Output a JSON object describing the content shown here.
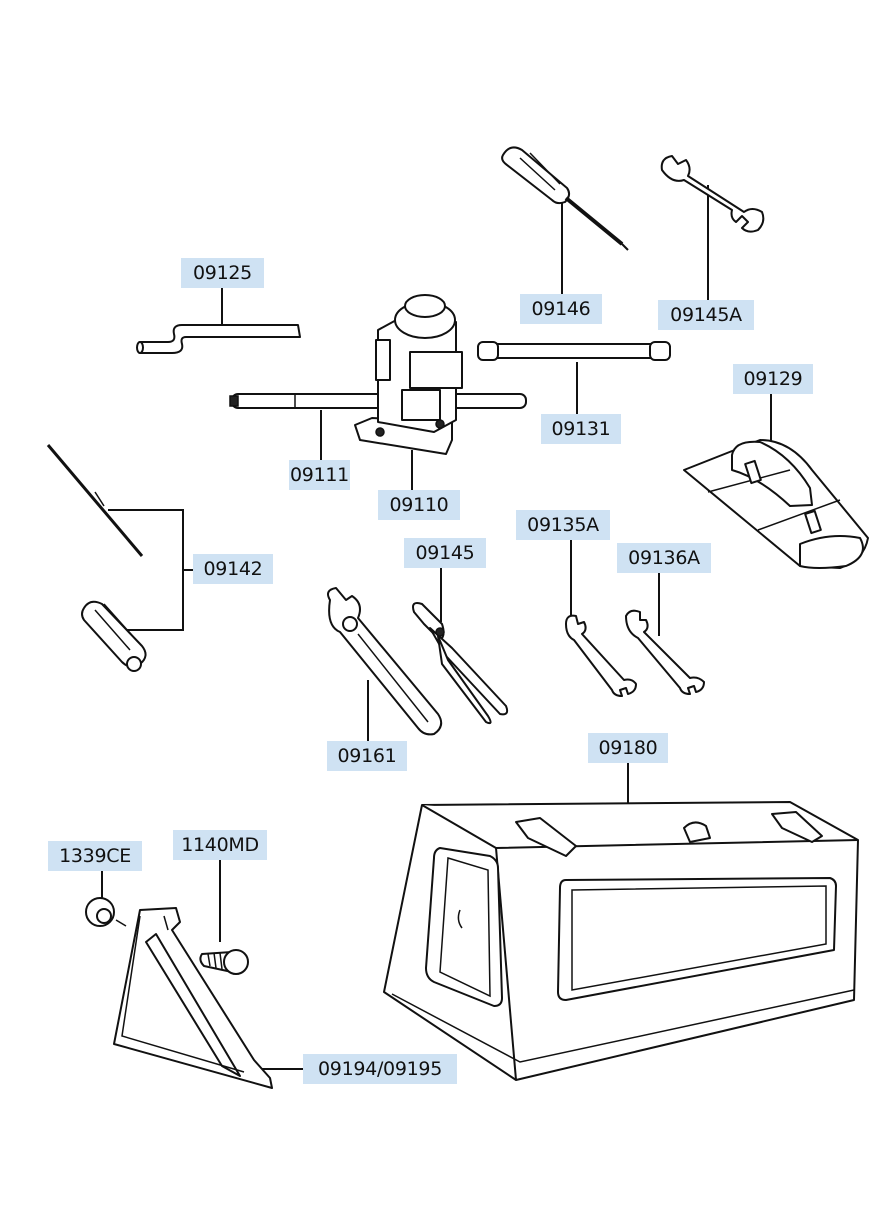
{
  "labels": {
    "l09125": "09125",
    "l09146": "09146",
    "l09145A": "09145A",
    "l09131": "09131",
    "l09129": "09129",
    "l09111": "09111",
    "l09110": "09110",
    "l09142": "09142",
    "l09135A": "09135A",
    "l09136A": "09136A",
    "l09145": "09145",
    "l09161": "09161",
    "l09180": "09180",
    "l1339CE": "1339CE",
    "l1140MD": "1140MD",
    "l09194_09195": "09194/09195"
  }
}
